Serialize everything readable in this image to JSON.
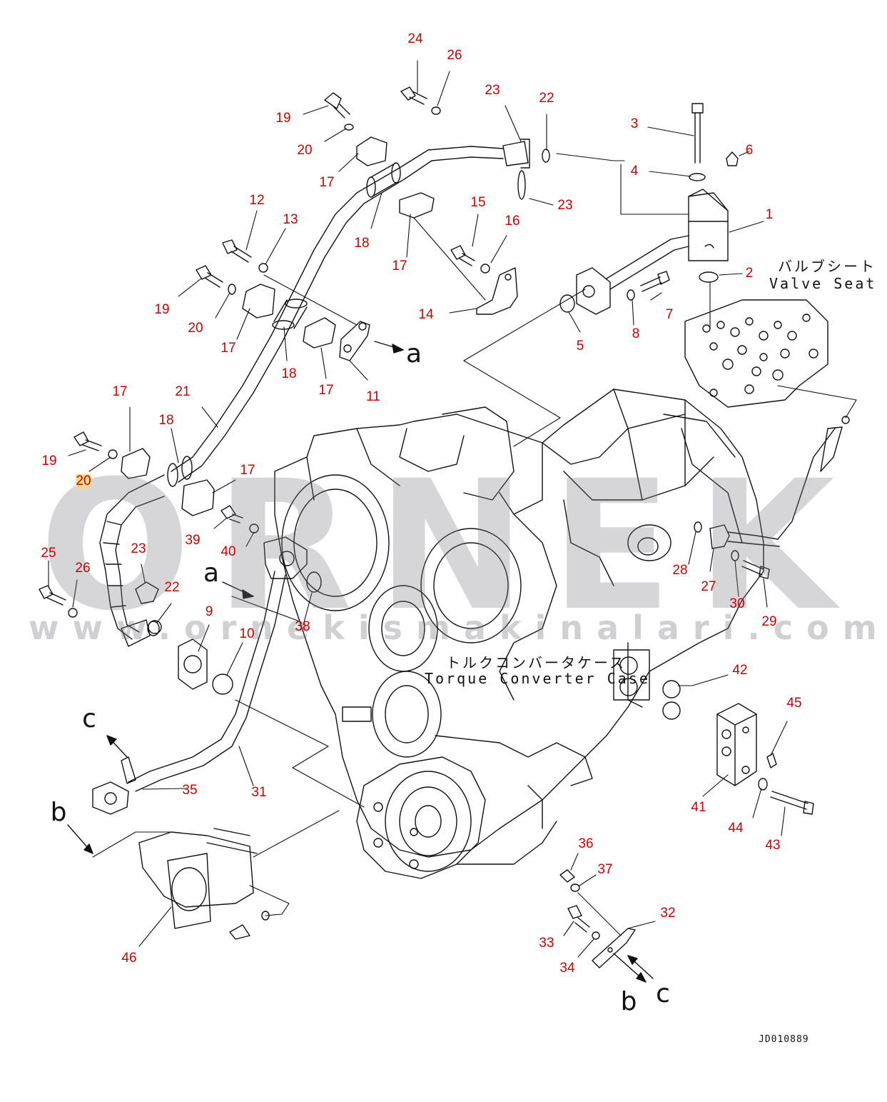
{
  "diagram": {
    "watermark": "ORNEK",
    "watermark_url": "www.ornekismakinalari.com.tr",
    "document_id": "JD010889",
    "valve_seat_label_jp": "バルブシート",
    "valve_seat_label_en": "Valve Seat",
    "torque_case_label_jp": "トルクコンバータケース",
    "torque_case_label_en": "Torque Converter Case",
    "callouts": [
      {
        "id": "c24",
        "label": "24"
      },
      {
        "id": "c26a",
        "label": "26"
      },
      {
        "id": "c23a",
        "label": "23"
      },
      {
        "id": "c22a",
        "label": "22"
      },
      {
        "id": "c3",
        "label": "3"
      },
      {
        "id": "c6",
        "label": "6"
      },
      {
        "id": "c19a",
        "label": "19"
      },
      {
        "id": "c20a",
        "label": "20"
      },
      {
        "id": "c17a",
        "label": "17"
      },
      {
        "id": "c4",
        "label": "4"
      },
      {
        "id": "c23b",
        "label": "23"
      },
      {
        "id": "c1",
        "label": "1"
      },
      {
        "id": "c12",
        "label": "12"
      },
      {
        "id": "c13",
        "label": "13"
      },
      {
        "id": "c15",
        "label": "15"
      },
      {
        "id": "c16",
        "label": "16"
      },
      {
        "id": "c18a",
        "label": "18"
      },
      {
        "id": "c17b",
        "label": "17"
      },
      {
        "id": "c2",
        "label": "2"
      },
      {
        "id": "c19b",
        "label": "19"
      },
      {
        "id": "c20b",
        "label": "20"
      },
      {
        "id": "c14",
        "label": "14"
      },
      {
        "id": "c7",
        "label": "7"
      },
      {
        "id": "c8",
        "label": "8"
      },
      {
        "id": "c5",
        "label": "5"
      },
      {
        "id": "c17c",
        "label": "17"
      },
      {
        "id": "c18b",
        "label": "18"
      },
      {
        "id": "c17d",
        "label": "17"
      },
      {
        "id": "c11",
        "label": "11"
      },
      {
        "id": "c17e",
        "label": "17"
      },
      {
        "id": "c21",
        "label": "21"
      },
      {
        "id": "c18c",
        "label": "18"
      },
      {
        "id": "c19c",
        "label": "19"
      },
      {
        "id": "c20c",
        "label": "20",
        "highlight": true
      },
      {
        "id": "c17f",
        "label": "17"
      },
      {
        "id": "c39",
        "label": "39"
      },
      {
        "id": "c40",
        "label": "40"
      },
      {
        "id": "c25",
        "label": "25"
      },
      {
        "id": "c26b",
        "label": "26"
      },
      {
        "id": "c23c",
        "label": "23"
      },
      {
        "id": "c22b",
        "label": "22"
      },
      {
        "id": "c28",
        "label": "28"
      },
      {
        "id": "c27",
        "label": "27"
      },
      {
        "id": "c30",
        "label": "30"
      },
      {
        "id": "c29",
        "label": "29"
      },
      {
        "id": "c9",
        "label": "9"
      },
      {
        "id": "c38",
        "label": "38"
      },
      {
        "id": "c10",
        "label": "10"
      },
      {
        "id": "c42",
        "label": "42"
      },
      {
        "id": "c45",
        "label": "45"
      },
      {
        "id": "c35",
        "label": "35"
      },
      {
        "id": "c31",
        "label": "31"
      },
      {
        "id": "c41",
        "label": "41"
      },
      {
        "id": "c44",
        "label": "44"
      },
      {
        "id": "c43",
        "label": "43"
      },
      {
        "id": "c36",
        "label": "36"
      },
      {
        "id": "c37",
        "label": "37"
      },
      {
        "id": "c32",
        "label": "32"
      },
      {
        "id": "c33",
        "label": "33"
      },
      {
        "id": "c34",
        "label": "34"
      },
      {
        "id": "c46",
        "label": "46"
      }
    ],
    "refs": [
      {
        "id": "ra1",
        "label": "a"
      },
      {
        "id": "ra2",
        "label": "a"
      },
      {
        "id": "rc1",
        "label": "c"
      },
      {
        "id": "rb1",
        "label": "b"
      },
      {
        "id": "rb2",
        "label": "b"
      },
      {
        "id": "rc2",
        "label": "c"
      }
    ]
  }
}
